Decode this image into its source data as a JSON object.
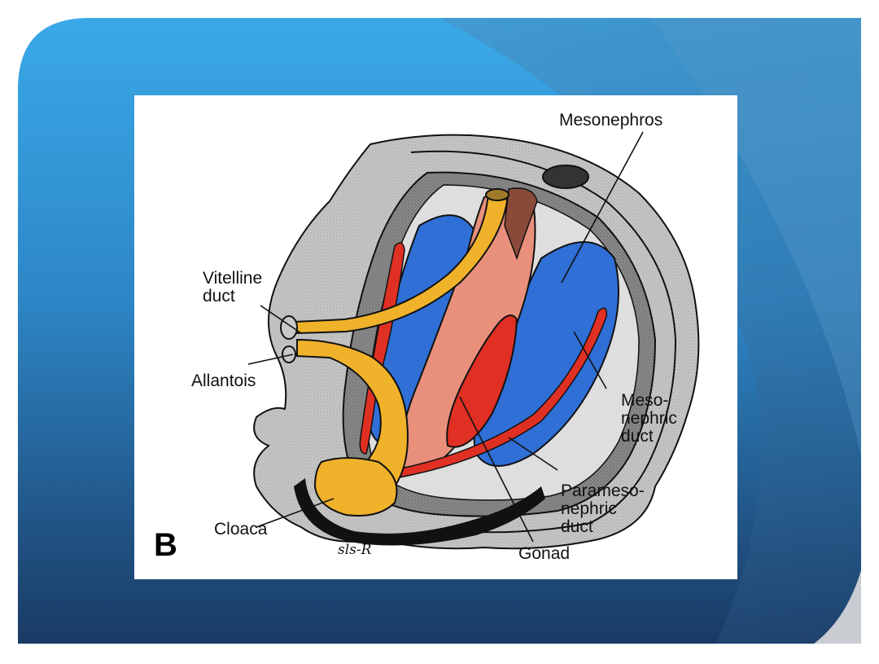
{
  "slide": {
    "colors": {
      "background_light": "#3aa9e8",
      "background_dark": "#1a3a64",
      "page_curl": "#c9cdd2"
    }
  },
  "figure": {
    "panel_letter": "B",
    "signature": "sls-R",
    "labels": {
      "mesonephros": "Mesonephros",
      "vitelline_duct": "Vitelline\nduct",
      "allantois": "Allantois",
      "mesonephric_duct": "Meso-\nnephric\nduct",
      "paramesonephric_duct": "Parameso-\nnephric\nduct",
      "gonad": "Gonad",
      "cloaca": "Cloaca"
    },
    "colors": {
      "mesonephros": "#2f6fd6",
      "ducts": "#f0b22a",
      "gonad": "#e03024",
      "gut": "#e8907c",
      "tissue": "#c8c8c8"
    }
  }
}
